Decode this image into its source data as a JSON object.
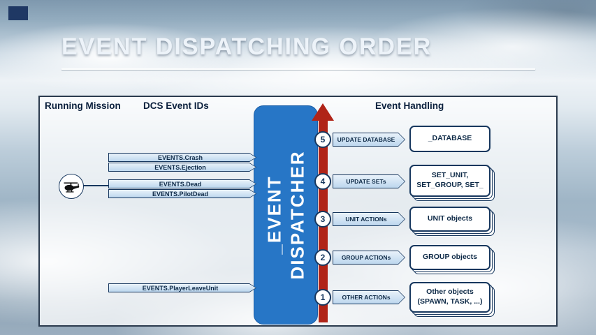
{
  "title": "EVENT DISPATCHING ORDER",
  "columns": {
    "running_mission": "Running Mission",
    "dcs_event_ids": "DCS Event IDs",
    "event_handling": "Event Handling"
  },
  "dispatcher": {
    "line1": "_EVENT",
    "line2": "DISPATCHER"
  },
  "steps": [
    {
      "num": "5",
      "action": "UPDATE DATABASE",
      "target": "_DATABASE"
    },
    {
      "num": "4",
      "action": "UPDATE SETs",
      "target": "SET_UNIT, SET_GROUP, SET_"
    },
    {
      "num": "3",
      "action": "UNIT ACTIONs",
      "target": "UNIT objects"
    },
    {
      "num": "2",
      "action": "GROUP ACTIONs",
      "target": "GROUP objects"
    },
    {
      "num": "1",
      "action": "OTHER ACTIONs",
      "target": "Other objects (SPAWN, TASK, ...)"
    }
  ],
  "events": [
    "EVENTS.Crash",
    "EVENTS.Ejection",
    "EVENTS.Dead",
    "EVENTS.PilotDead",
    "EVENTS.PlayerLeaveUnit"
  ],
  "colors": {
    "navy": "#17375E",
    "dispatcher_blue": "#2776C6",
    "arrow_red": "#B02418",
    "label_blue": "#BDD7EE"
  }
}
